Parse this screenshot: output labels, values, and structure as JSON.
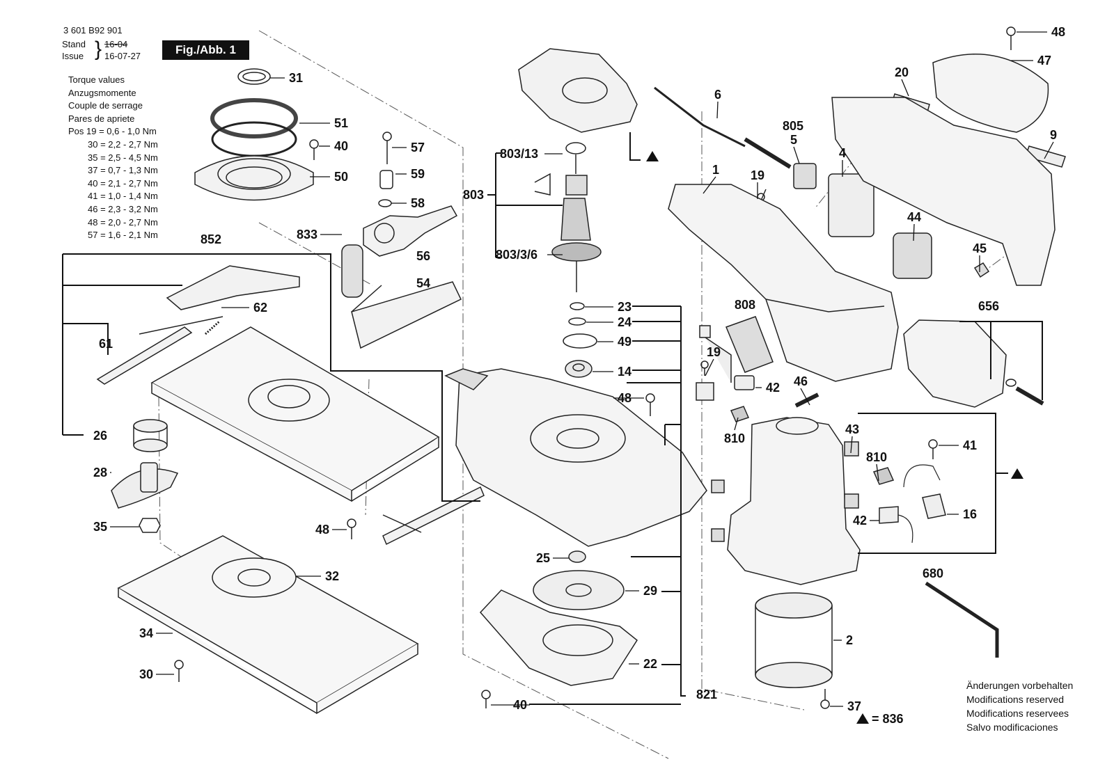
{
  "header": {
    "doc_number": "3 601 B92 901",
    "stand_label": "Stand",
    "stand_value": "16-04",
    "issue_label": "Issue",
    "issue_value": "16-07-27",
    "figure_title": "Fig./Abb. 1"
  },
  "torque": {
    "lines": [
      "Torque values",
      "Anzugsmomente",
      "Couple de serrage",
      "Pares de apriete"
    ],
    "first_prefix": "Pos",
    "rows": [
      "19 = 0,6 - 1,0 Nm",
      "30 = 2,2 - 2,7 Nm",
      "35 = 2,5 - 4,5 Nm",
      "37 = 0,7 - 1,3 Nm",
      "40 = 2,1 - 2,7 Nm",
      "41 = 1,0 - 1,4 Nm",
      "46 = 2,3 - 3,2 Nm",
      "48 = 2,0 - 2,7 Nm",
      "57 = 1,6 - 2,1 Nm"
    ]
  },
  "parts": [
    "31",
    "51",
    "40",
    "50",
    "57",
    "59",
    "58",
    "56",
    "833",
    "54",
    "852",
    "62",
    "61",
    "26",
    "28",
    "35",
    "48",
    "32",
    "34",
    "30",
    "803/13",
    "803",
    "803/3/6",
    "23",
    "24",
    "49",
    "14",
    "48",
    "25",
    "29",
    "22",
    "40",
    "821",
    "6",
    "805",
    "5",
    "4",
    "1",
    "19",
    "808",
    "19",
    "42",
    "46",
    "810",
    "43",
    "41",
    "810",
    "16",
    "42",
    "2",
    "37",
    "680",
    "20",
    "47",
    "48",
    "9",
    "44",
    "45",
    "656"
  ],
  "notes": [
    "Änderungen vorbehalten",
    "Modifications reserved",
    "Modifications reservees",
    "Salvo modificaciones"
  ],
  "legend": {
    "label": "= 836"
  }
}
